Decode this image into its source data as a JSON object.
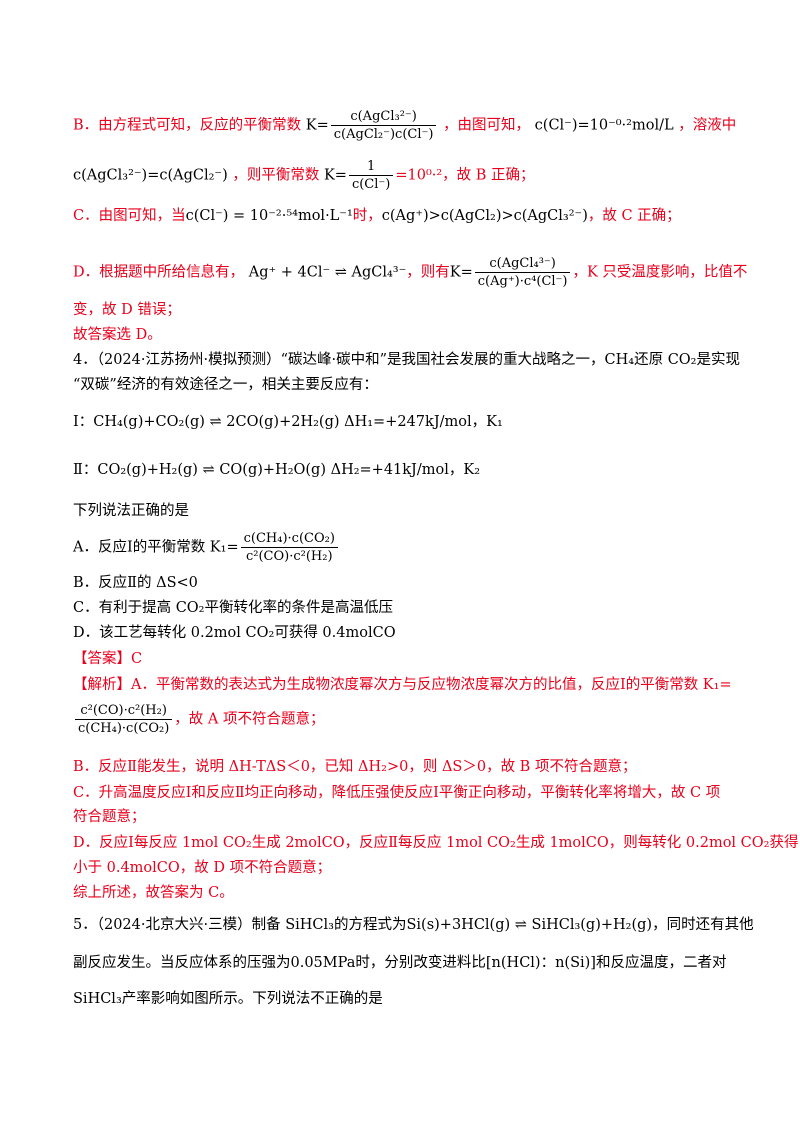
{
  "optB": {
    "p1": "B．由方程式可知，反应的平衡常数",
    "k_eq": "K=",
    "frac_num": "c(AgCl₃²⁻)",
    "frac_den": "c(AgCl₂⁻)c(Cl⁻)",
    "p2": "，由图可知，",
    "conc": "c(Cl⁻)=10⁻⁰·²mol/L",
    "p3": "，溶液中",
    "l2a": "c(AgCl₃²⁻)=c(AgCl₂⁻)",
    "l2b": "，则平衡常数",
    "k2": "K=",
    "frac2_num": "1",
    "frac2_den": "c(Cl⁻)",
    "l2c": "=10⁰·²，故 B 正确；"
  },
  "optC": {
    "p1": "C．由图可知，当",
    "cond": "c(Cl⁻) = 10⁻²·⁵⁴mol·L⁻¹",
    "p2": "时，",
    "rel": "c(Ag⁺)>c(AgCl₂)>c(AgCl₃²⁻)",
    "p3": "，故 C 正确；"
  },
  "optD": {
    "p1": "D．根据题中所给信息有，",
    "eq": "Ag⁺ + 4Cl⁻ ⇌ AgCl₄³⁻",
    "p2": "，则有",
    "k": "K=",
    "frac_num": "c(AgCl₄³⁻)",
    "frac_den": "c(Ag⁺)·c⁴(Cl⁻)",
    "p3": "，K 只受温度影响，比值不",
    "l2": "变，故 D 错误；",
    "answer": "故答案选 D。"
  },
  "q4": {
    "l1": "4．（2024·江苏扬州·模拟预测）“碳达峰·碳中和”是我国社会发展的重大战略之一，CH₄还原 CO₂是实现",
    "l2": "“双碳”经济的有效途径之一，相关主要反应有：",
    "r1": "Ⅰ：CH₄(g)+CO₂(g) ⇌ 2CO(g)+2H₂(g)  ΔH₁=+247kJ/mol，K₁",
    "r2": "Ⅱ：CO₂(g)+H₂(g) ⇌ CO(g)+H₂O(g)  ΔH₂=+41kJ/mol，K₂",
    "ask": "下列说法正确的是",
    "optA": "A．反应Ⅰ的平衡常数 K₁=",
    "optA_num": "c(CH₄)·c(CO₂)",
    "optA_den": "c²(CO)·c²(H₂)",
    "optB": "B．反应Ⅱ的 ΔS<0",
    "optC": "C．有利于提高 CO₂平衡转化率的条件是高温低压",
    "optD": "D．该工艺每转化 0.2mol CO₂可获得 0.4molCO",
    "answer": "【答案】C",
    "exp1": "【解析】A．平衡常数的表达式为生成物浓度幂次方与反应物浓度幂次方的比值，反应Ⅰ的平衡常数 K₁=",
    "exp_num": "c²(CO)·c²(H₂)",
    "exp_den": "c(CH₄)·c(CO₂)",
    "exp2": "，故 A 项不符合题意；",
    "expB": "B．反应Ⅱ能发生，说明 ΔH-TΔS＜0，已知 ΔH₂>0，则 ΔS＞0，故 B 项不符合题意；",
    "expC1": "C．升高温度反应Ⅰ和反应Ⅱ均正向移动，降低压强使反应Ⅰ平衡正向移动，平衡转化率将增大，故 C 项",
    "expC2": "符合题意；",
    "expD1": "D．反应Ⅰ每反应 1mol CO₂生成 2molCO，反应Ⅱ每反应 1mol CO₂生成 1molCO，则每转化 0.2mol CO₂获得",
    "expD2": "小于 0.4molCO，故 D 项不符合题意；",
    "summary": "综上所述，故答案为 C。"
  },
  "q5": {
    "l1a": "5．（2024·北京大兴·三模）制备 SiHCl₃的方程式为",
    "eq": "Si(s)+3HCl(g) ⇌ SiHCl₃(g)+H₂(g)",
    "l1b": "，同时还有其他",
    "l2a": "副反应发生。当反应体系的压强为",
    "pressure": "0.05MPa",
    "l2b": "时，分别改变进料比",
    "ratio": "[n(HCl)：n(Si)]",
    "l2c": "和反应温度，二者对",
    "l3": "SiHCl₃产率影响如图所示。下列说法不正确的是"
  }
}
